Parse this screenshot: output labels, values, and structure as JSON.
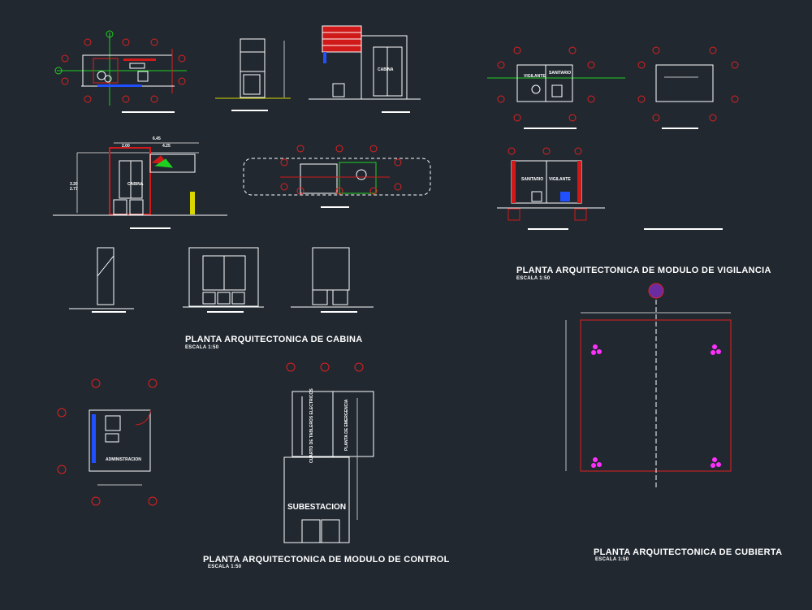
{
  "drawing": {
    "background": "#212830",
    "colors": {
      "wall": "#ffffff",
      "axis": "#e02020",
      "dim": "#c0c0c0",
      "green": "#20d020",
      "red": "#d01a1a",
      "magenta": "#ff30ff",
      "cyan": "#30c0ff",
      "blue": "#2050ff",
      "yellow": "#d8d800"
    }
  },
  "titles": {
    "cabina": "PLANTA ARQUITECTONICA DE CABINA",
    "cabina_scale": "ESCALA 1:50",
    "vigilancia": "PLANTA ARQUITECTONICA DE MODULO DE VIGILANCIA",
    "vigilancia_scale": "ESCALA 1:50",
    "control": "PLANTA ARQUITECTONICA DE MODULO DE CONTROL",
    "control_scale": "ESCALA 1:50",
    "cubierta": "PLANTA ARQUITECTONICA DE CUBIERTA",
    "cubierta_scale": "ESCALA 1:50"
  },
  "labels": {
    "cabina": "CABINA",
    "vigilante": "VIGILANTE",
    "sanitario": "SANITARIO",
    "administracion": "ADMINISTRACION",
    "subestacion": "SUBESTACION",
    "cuarto_tableros": "CUARTO DE TABLEROS ELECTRICOS",
    "planta_emergencia": "PLANTA DE EMERGENCIA",
    "dim_645": "6.45",
    "dim_200": "2.00",
    "dim_425": "4.25",
    "dim_320": "3.20",
    "dim_277": "2.77"
  }
}
